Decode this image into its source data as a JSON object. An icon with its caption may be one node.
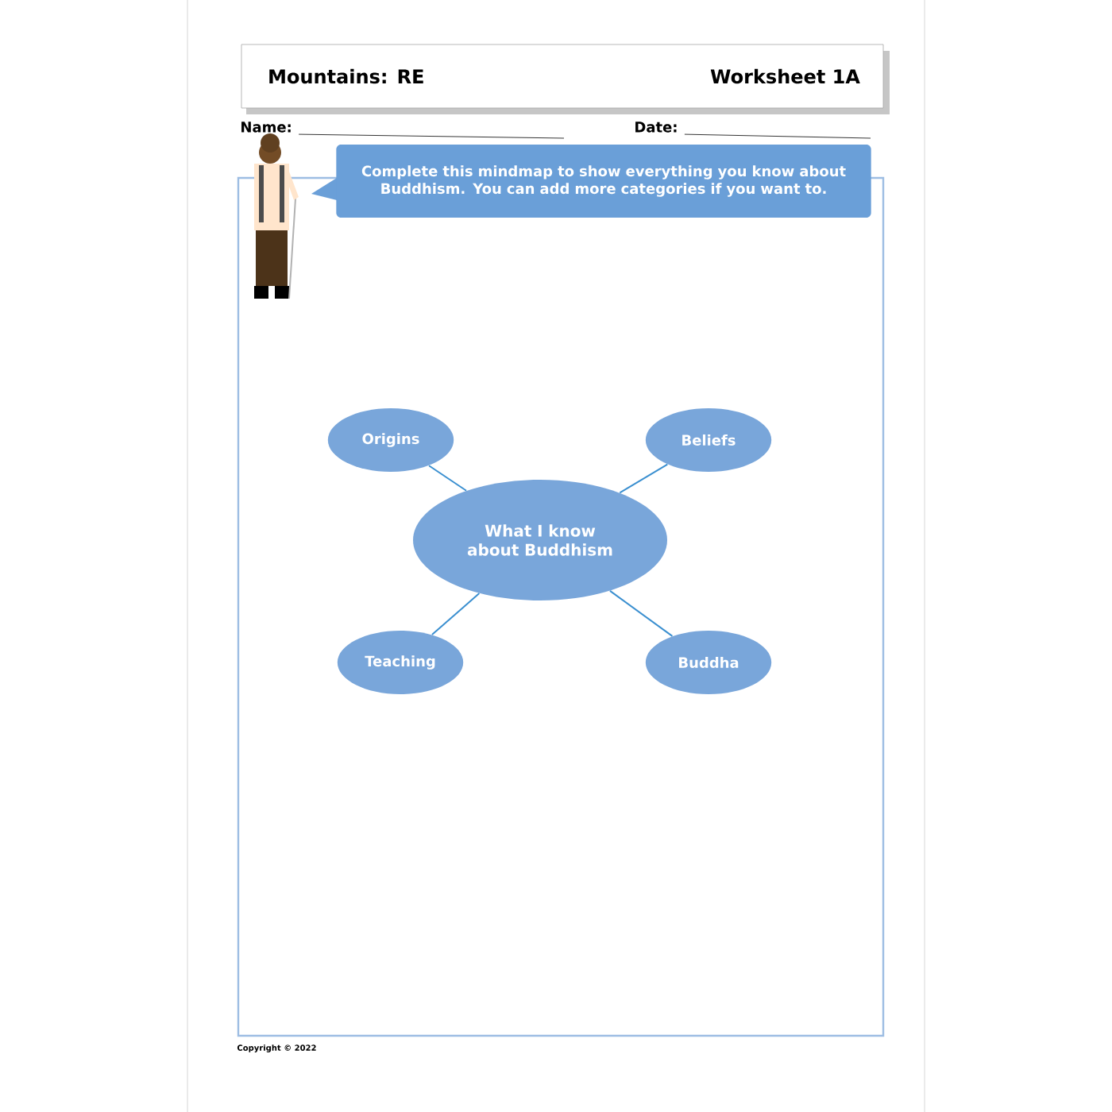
{
  "diagram": {
    "nodes": [
      {
        "text": [
          "Complete this mindmap to show everything you know about Buddhism. You can add more categories if you want to."
        ]
      },
      {
        "text": [
          "What I know about Buddhism"
        ]
      },
      {
        "text": [
          "Origins"
        ]
      },
      {
        "text": [
          "Beliefs"
        ]
      },
      {
        "text": [
          "Teaching"
        ]
      },
      {
        "text": [
          "Buddha"
        ]
      }
    ],
    "edges": [
      {
        "from": 1,
        "to": 2,
        "arrow": "none"
      },
      {
        "from": 1,
        "to": 3,
        "arrow": "none"
      },
      {
        "from": 1,
        "to": 4,
        "arrow": "none"
      },
      {
        "from": 1,
        "to": 5,
        "arrow": "none"
      }
    ],
    "labels": [
      "Mountains: RE",
      "Worksheet 1A",
      "Name:",
      "Date:",
      "Copyright © 2022"
    ]
  }
}
